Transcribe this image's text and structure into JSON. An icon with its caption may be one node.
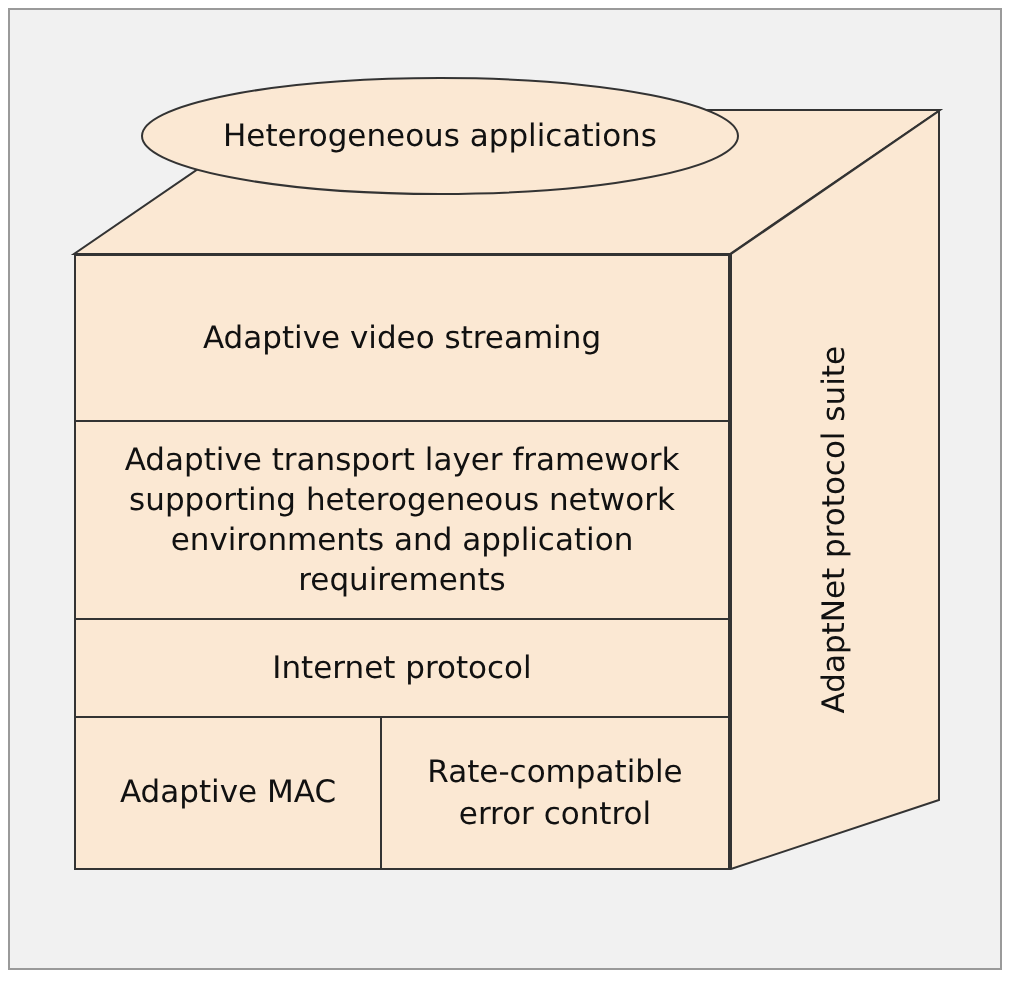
{
  "diagram": {
    "nodes": [
      {
        "text": [
          "Heterogeneous applications"
        ]
      },
      {
        "text": [
          "AdaptNet protocol suite"
        ]
      },
      {
        "text": [
          "Adaptive video streaming"
        ]
      },
      {
        "text": [
          "Adaptive transport layer framework supporting heterogeneous network environments and application requirements"
        ]
      },
      {
        "text": [
          "Internet protocol"
        ]
      },
      {
        "text": [
          "Adaptive MAC"
        ]
      },
      {
        "text": [
          "Rate-compatible error control"
        ]
      }
    ],
    "edges": []
  }
}
